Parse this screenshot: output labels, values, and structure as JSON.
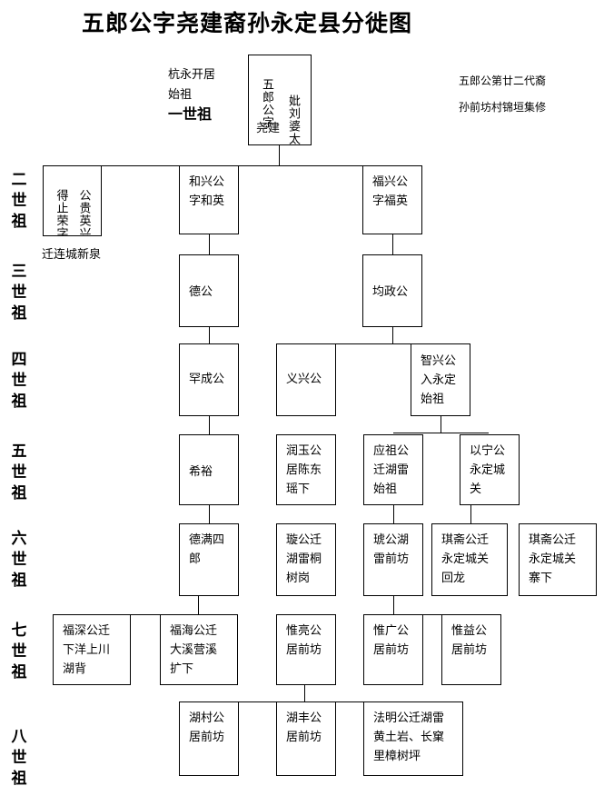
{
  "title": "五郎公字尧建裔孙永定县分徙图",
  "notes": {
    "top_left_1": "杭永开居",
    "top_left_2": "始祖",
    "top_left_3": "一世祖",
    "top_right_1": "五郎公第廿二代裔",
    "top_right_2": "孙前坊村锦垣集修",
    "qian": "迁连城新泉"
  },
  "generations": [
    "二世祖",
    "三世祖",
    "四世祖",
    "五世祖",
    "六世祖",
    "七世祖",
    "八世祖"
  ],
  "root": {
    "col_right": "妣刘婆太",
    "col_left_a": "五郎公字",
    "col_left_b": "尧建"
  },
  "gen2": {
    "degui": {
      "col_right": "公贵英兴",
      "col_left": "得止荣字"
    },
    "hexing": "和兴公\n字和英",
    "fuxing": "福兴公\n字福英"
  },
  "gen3": {
    "de": "德公",
    "junzheng": "均政公"
  },
  "gen4": {
    "hancheng": "罕成公",
    "yixing": "义兴公",
    "zhixing": "智兴公\n入永定\n始祖"
  },
  "gen5": {
    "xiyu": "希裕",
    "runyu": "润玉公\n居陈东\n瑶下",
    "yingzu": "应祖公\n迁湖雷\n始祖",
    "yining": "以宁公\n永定城\n关"
  },
  "gen6": {
    "deman": "德满四\n郎",
    "xuan": "璇公迁\n湖雷桐\n树岗",
    "hu": "琥公湖\n雷前坊",
    "qizhai1": "琪斋公迁\n永定城关\n回龙",
    "qizhai2": "琪斋公迁\n永定城关\n寨下"
  },
  "gen7": {
    "fushen": "福深公迁\n下洋上川\n湖背",
    "fuhai": "福海公迁\n大溪营溪\n扩下",
    "weiliang": "惟亮公\n居前坊",
    "weiguang": "惟广公\n居前坊",
    "weiyi": "惟益公\n居前坊"
  },
  "gen8": {
    "hucun": "湖村公\n居前坊",
    "hufeng": "湖丰公\n居前坊",
    "faming": "法明公迁湖雷\n黄土岩、长窠\n里樟树坪"
  }
}
